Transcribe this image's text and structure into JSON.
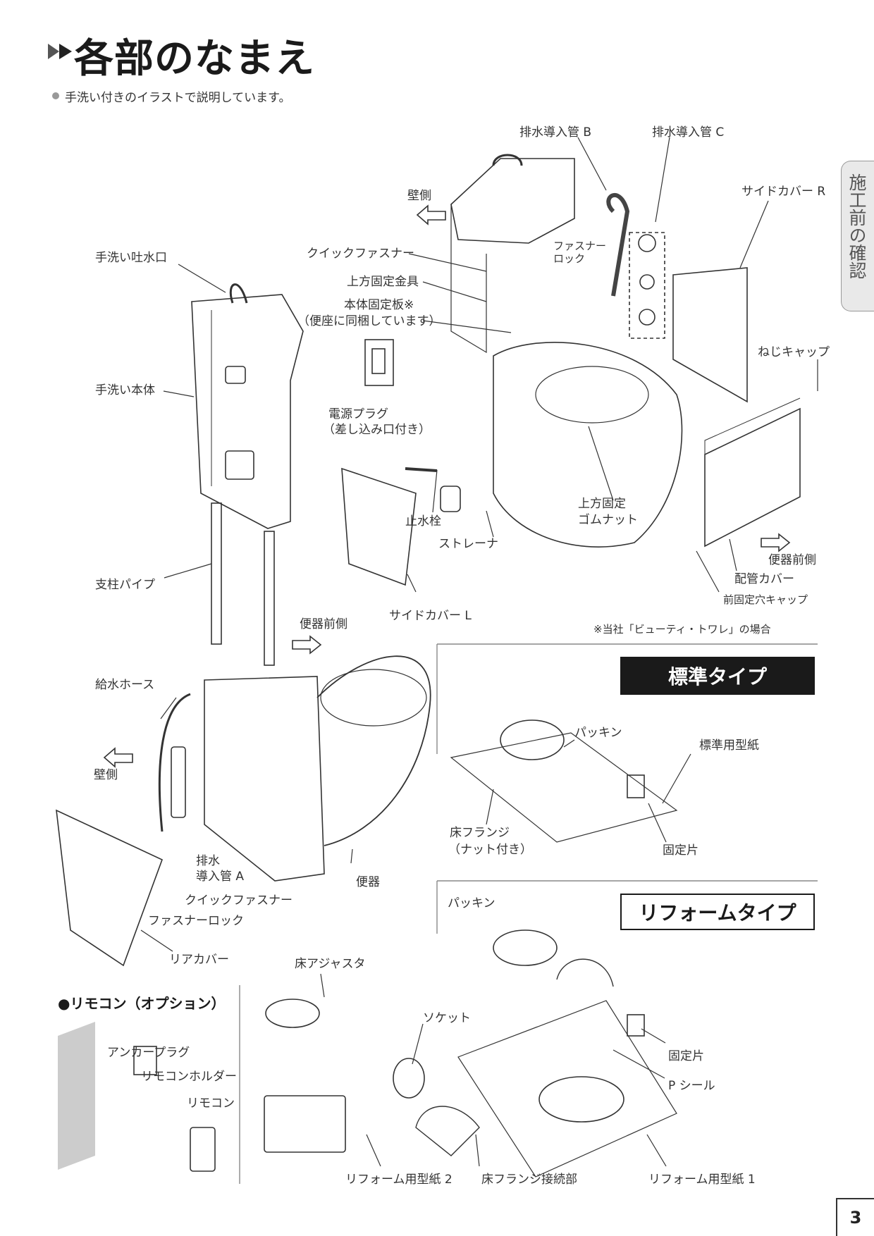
{
  "page": {
    "title": "各部のなまえ",
    "note": "手洗い付きのイラストで説明しています。",
    "side_tab": "施工前の確認",
    "page_number": "3"
  },
  "labels": {
    "drain_pipe_b": "排水導入管 B",
    "drain_pipe_c": "排水導入管 C",
    "side_cover_r": "サイドカバー R",
    "wall_side_top": "壁側",
    "quick_fastener_top": "クイックファスナー",
    "fastener_lock_top": "ファスナーロック",
    "upper_bracket": "上方固定金具",
    "body_plate": "本体固定板※",
    "body_plate_note": "（便座に同梱しています）",
    "handwash_spout": "手洗い吐水口",
    "screw_cap": "ねじキャップ",
    "handwash_body": "手洗い本体",
    "power_plug": "電源プラグ",
    "power_plug_note": "（差し込み口付き）",
    "upper_rubber_nut_1": "上方固定",
    "upper_rubber_nut_2": "ゴムナット",
    "stop_valve": "止水栓",
    "strainer": "ストレーナ",
    "toilet_front_right": "便器前側",
    "pipe_cover": "配管カバー",
    "front_hole_cap": "前固定穴キャップ",
    "support_pipe": "支柱パイプ",
    "side_cover_l": "サイドカバー L",
    "beauty_toilet_note": "※当社「ビューティ・トワレ」の場合",
    "toilet_front_mid": "便器前側",
    "supply_hose": "給水ホース",
    "wall_side_left": "壁側",
    "drain_pipe_a_1": "排水",
    "drain_pipe_a_2": "導入管 A",
    "quick_fastener_bottom": "クイックファスナー",
    "fastener_lock_bottom": "ファスナーロック",
    "toilet_bowl": "便器",
    "rear_cover": "リアカバー"
  },
  "standard": {
    "title": "標準タイプ",
    "packing": "パッキン",
    "template": "標準用型紙",
    "floor_flange_1": "床フランジ",
    "floor_flange_2": "（ナット付き）",
    "fixing_piece": "固定片"
  },
  "reform": {
    "title": "リフォームタイプ",
    "packing": "パッキン",
    "floor_adjuster": "床アジャスタ",
    "socket": "ソケット",
    "fixing_piece": "固定片",
    "p_seal": "P シール",
    "template_2": "リフォーム用型紙 2",
    "flange_joint": "床フランジ接続部",
    "template_1": "リフォーム用型紙 1"
  },
  "remocon": {
    "title": "●リモコン（オプション）",
    "anchor_plug": "アンカープラグ",
    "holder": "リモコンホルダー",
    "remote": "リモコン"
  }
}
